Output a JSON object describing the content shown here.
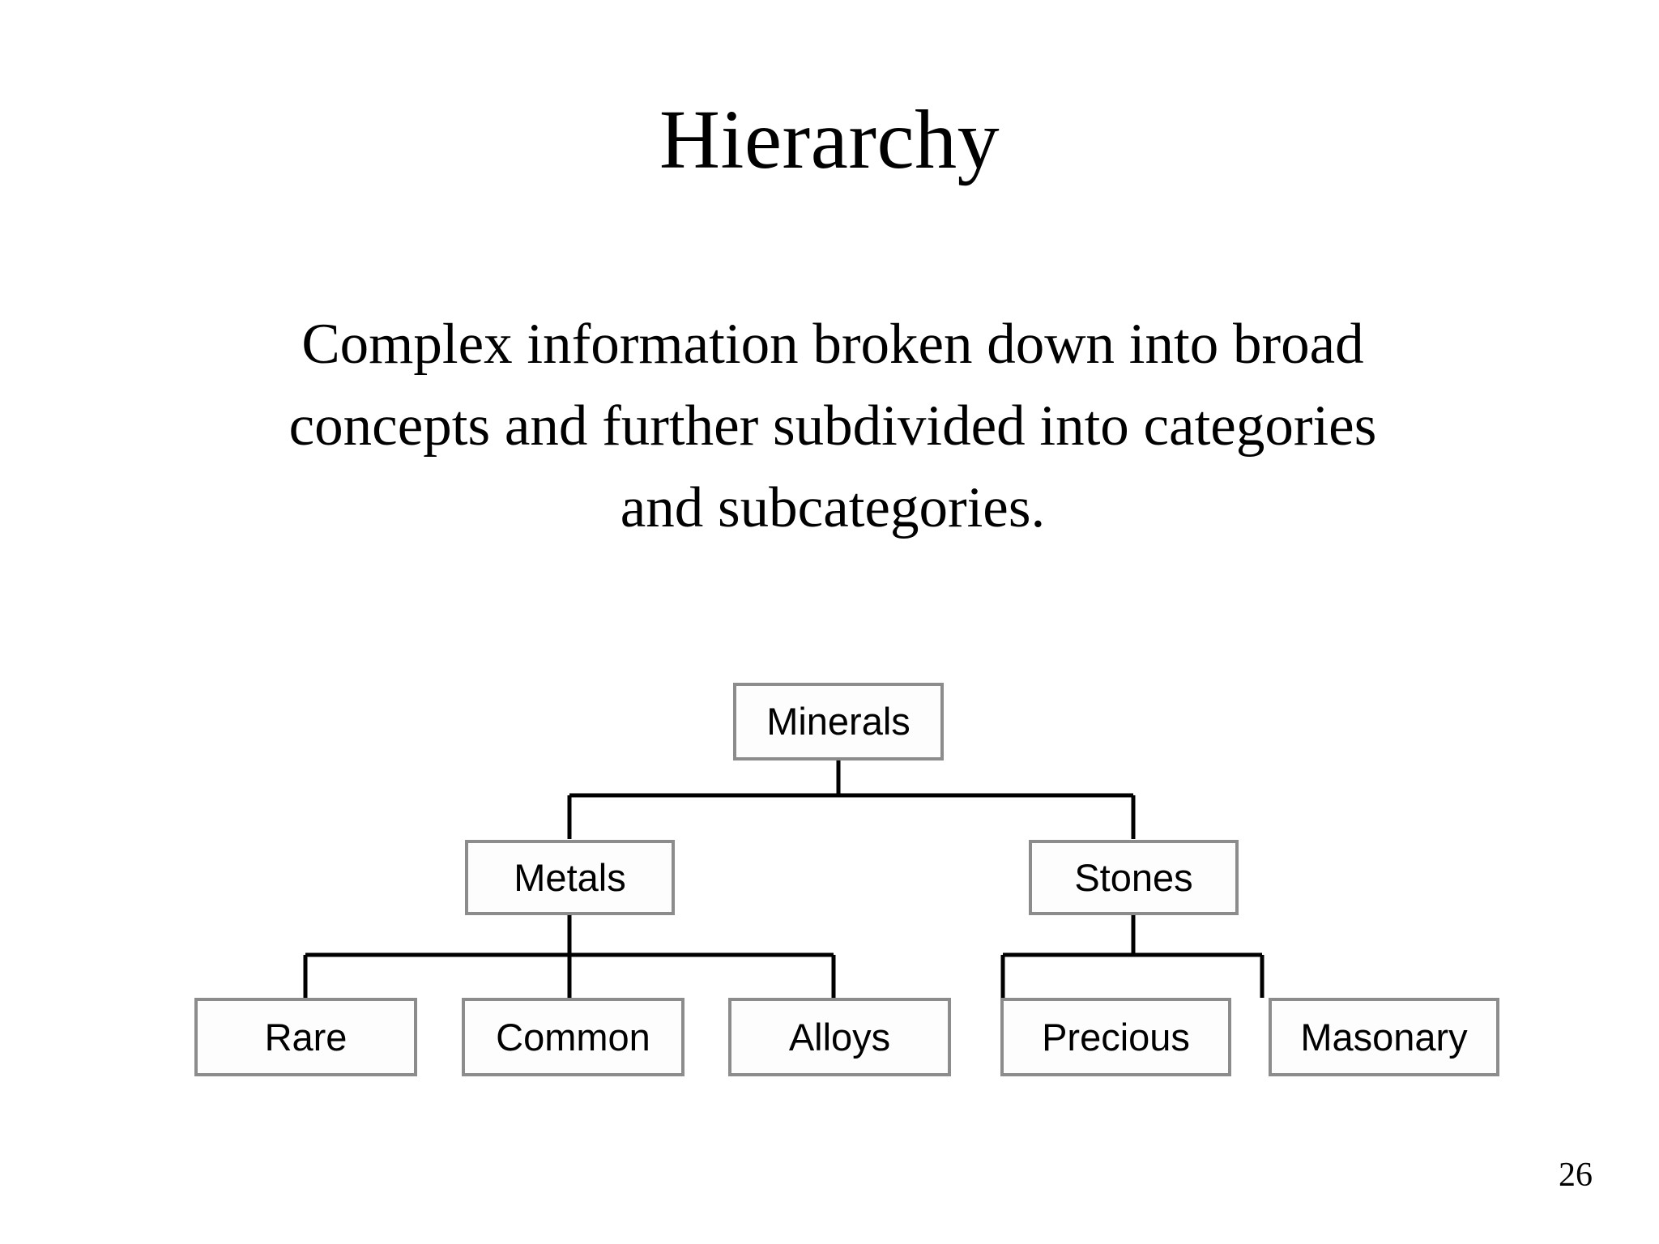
{
  "slide": {
    "title": "Hierarchy",
    "body_lines": [
      "Complex information broken down into broad",
      "concepts and further subdivided into categories",
      "and subcategories."
    ],
    "page_number": "26",
    "colors": {
      "background": "#ffffff",
      "text": "#000000",
      "box_border": "#8c8c8c",
      "box_fill": "#fdfdfd",
      "connector": "#000000"
    }
  },
  "chart_data": {
    "type": "diagram",
    "diagram_kind": "hierarchy-tree",
    "title": "Hierarchy",
    "root": "Minerals",
    "nodes": [
      {
        "id": "minerals",
        "label": "Minerals",
        "level": 0,
        "parent": null
      },
      {
        "id": "metals",
        "label": "Metals",
        "level": 1,
        "parent": "minerals"
      },
      {
        "id": "stones",
        "label": "Stones",
        "level": 1,
        "parent": "minerals"
      },
      {
        "id": "rare",
        "label": "Rare",
        "level": 2,
        "parent": "metals"
      },
      {
        "id": "common",
        "label": "Common",
        "level": 2,
        "parent": "metals"
      },
      {
        "id": "alloys",
        "label": "Alloys",
        "level": 2,
        "parent": "metals"
      },
      {
        "id": "precious",
        "label": "Precious",
        "level": 2,
        "parent": "stones"
      },
      {
        "id": "masonary",
        "label": "Masonary",
        "level": 2,
        "parent": "stones"
      }
    ],
    "edges": [
      {
        "from": "minerals",
        "to": "metals"
      },
      {
        "from": "minerals",
        "to": "stones"
      },
      {
        "from": "metals",
        "to": "rare"
      },
      {
        "from": "metals",
        "to": "common"
      },
      {
        "from": "metals",
        "to": "alloys"
      },
      {
        "from": "stones",
        "to": "precious"
      },
      {
        "from": "stones",
        "to": "masonary"
      }
    ],
    "levels": [
      {
        "level": 0,
        "labels": [
          "Minerals"
        ]
      },
      {
        "level": 1,
        "labels": [
          "Metals",
          "Stones"
        ]
      },
      {
        "level": 2,
        "labels": [
          "Rare",
          "Common",
          "Alloys",
          "Precious",
          "Masonary"
        ]
      }
    ]
  }
}
